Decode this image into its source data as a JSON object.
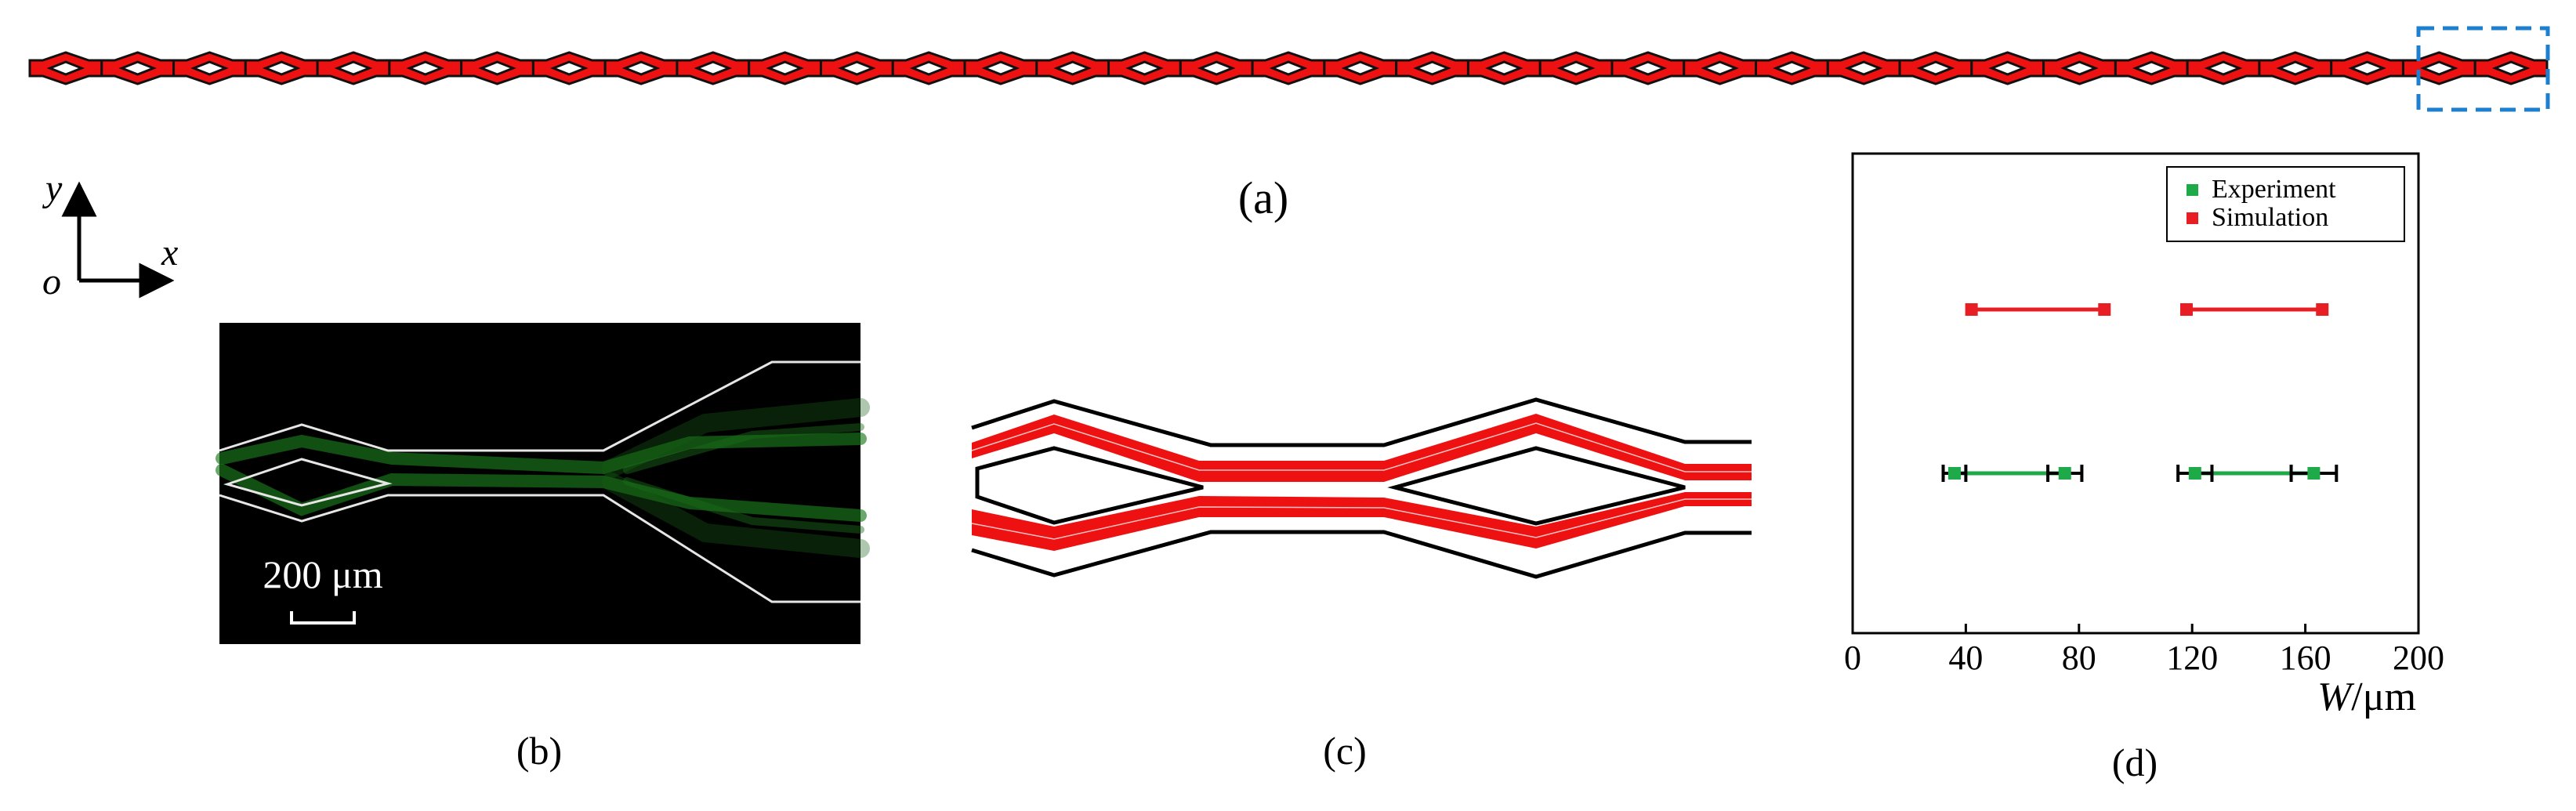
{
  "panels": {
    "a_label": "(a)",
    "b_label": "(b)",
    "c_label": "(c)",
    "d_label": "(d)"
  },
  "axes_icon": {
    "y": "y",
    "x": "x",
    "origin": "o"
  },
  "scale_bar": {
    "text": "200 μm"
  },
  "colors": {
    "channel_red": "#ee1111",
    "highlight_box": "#1c7fd0",
    "experiment": "#1faa4a",
    "simulation": "#e81e25",
    "fluorescence": "#1f8f1f"
  },
  "chart_data": {
    "type": "scatter",
    "xlabel_italic": "W",
    "xlabel_unit": "/μm",
    "xlim": [
      0,
      200
    ],
    "xticks": [
      "0",
      "40",
      "80",
      "120",
      "160",
      "200"
    ],
    "ylabel": "",
    "grid": false,
    "legend_position": "top-right",
    "series": [
      {
        "name": "Experiment",
        "color": "#1faa4a",
        "ranges": [
          {
            "x1": 36,
            "x2": 75,
            "err1": 4,
            "err2": 6
          },
          {
            "x1": 121,
            "x2": 163,
            "err1": 6,
            "err2": 8
          }
        ]
      },
      {
        "name": "Simulation",
        "color": "#e81e25",
        "ranges": [
          {
            "x1": 42,
            "x2": 89
          },
          {
            "x1": 118,
            "x2": 166
          }
        ]
      }
    ]
  }
}
